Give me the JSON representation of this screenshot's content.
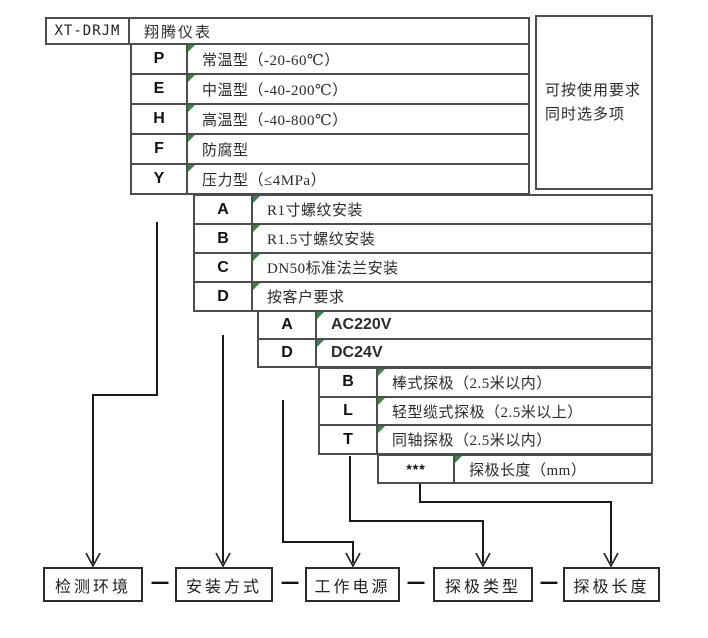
{
  "diagram_title_row": {
    "model_code": "XT-DRJM",
    "brand": "翔腾仪表"
  },
  "multi_select_note": {
    "line1": "可按使用要求",
    "line2": "同时选多项"
  },
  "sections": {
    "environment": {
      "rows": [
        {
          "code": "P",
          "desc": "常温型（-20-60℃）"
        },
        {
          "code": "E",
          "desc": "中温型（-40-200℃）"
        },
        {
          "code": "H",
          "desc": "高温型（-40-800℃）"
        },
        {
          "code": "F",
          "desc": "防腐型"
        },
        {
          "code": "Y",
          "desc": "压力型（≤4MPa）"
        }
      ]
    },
    "installation": {
      "rows": [
        {
          "code": "A",
          "desc": "R1寸螺纹安装"
        },
        {
          "code": "B",
          "desc": "R1.5寸螺纹安装"
        },
        {
          "code": "C",
          "desc": "DN50标准法兰安装"
        },
        {
          "code": "D",
          "desc": "按客户要求"
        }
      ]
    },
    "power": {
      "rows": [
        {
          "code": "A",
          "desc": "AC220V"
        },
        {
          "code": "D",
          "desc": "DC24V"
        }
      ]
    },
    "probe_type": {
      "rows": [
        {
          "code": "B",
          "desc": "棒式探极（2.5米以内）"
        },
        {
          "code": "L",
          "desc": "轻型缆式探极（2.5米以上）"
        },
        {
          "code": "T",
          "desc": "同轴探极（2.5米以内）"
        }
      ]
    },
    "probe_length": {
      "rows": [
        {
          "code": "***",
          "desc": "探极长度（mm）"
        }
      ]
    }
  },
  "bottom_labels": [
    "检测环境",
    "安装方式",
    "工作电源",
    "探极类型",
    "探极长度"
  ],
  "separator": "—",
  "colors": {
    "table_border": "#4d4d4d",
    "connector_line": "#1a1a1a",
    "corner_mark_green": "#338a3e"
  }
}
